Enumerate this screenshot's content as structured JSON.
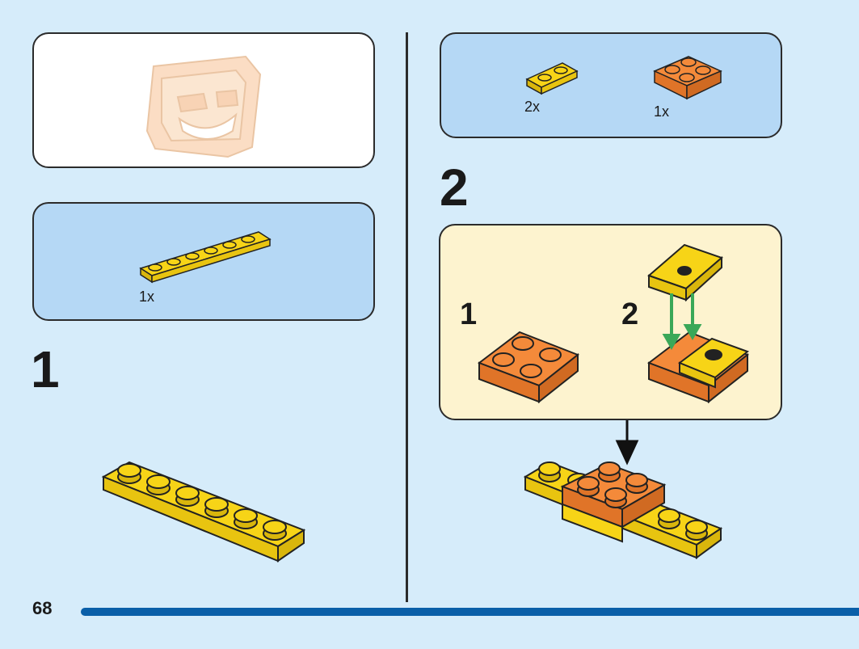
{
  "page": {
    "number": "68"
  },
  "colors": {
    "background": "#d6ecfa",
    "parts_box": "#b5d8f5",
    "substep_box": "#fdf3cf",
    "yellow": "#f7d417",
    "orange": "#f48a3a",
    "arrow_green": "#3aa858",
    "accent_bar": "#0a5fa8"
  },
  "steps": [
    {
      "number": "1",
      "parts": [
        {
          "qty": "1x",
          "piece": "plate-1x6-yellow"
        }
      ]
    },
    {
      "number": "2",
      "parts": [
        {
          "qty": "2x",
          "piece": "plate-1x2-yellow"
        },
        {
          "qty": "1x",
          "piece": "plate-2x2-orange"
        }
      ],
      "substeps": [
        {
          "number": "1"
        },
        {
          "number": "2"
        }
      ]
    }
  ]
}
